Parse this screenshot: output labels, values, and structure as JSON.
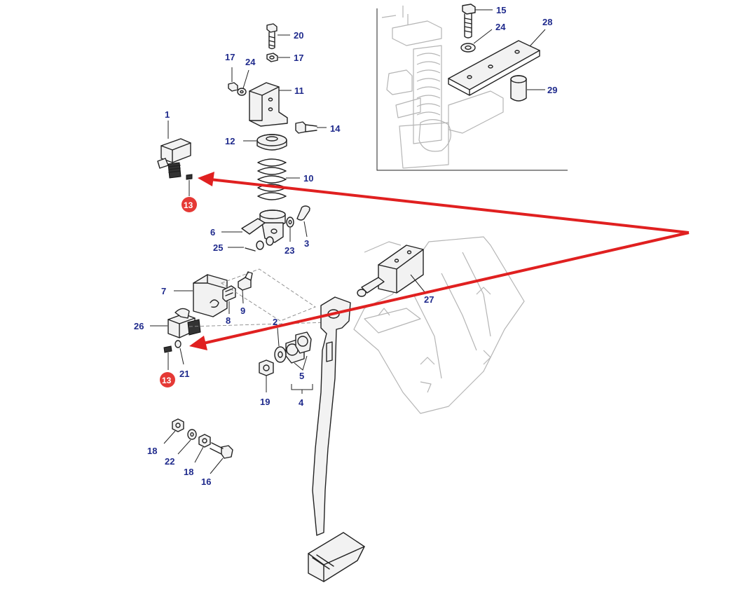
{
  "colors": {
    "callout_text": "#1f2a8c",
    "highlight_badge": "#e53935",
    "arrow": "#e02020",
    "line": "#222222",
    "ghost": "#b5b5b5"
  },
  "callouts": {
    "c1": "1",
    "c2": "2",
    "c3": "3",
    "c4": "4",
    "c5": "5",
    "c6": "6",
    "c7": "7",
    "c8": "8",
    "c9": "9",
    "c10": "10",
    "c11": "11",
    "c12": "12",
    "c14": "14",
    "c15": "15",
    "c16": "16",
    "c17a": "17",
    "c17b": "17",
    "c18a": "18",
    "c18b": "18",
    "c19": "19",
    "c20": "20",
    "c21": "21",
    "c22": "22",
    "c23": "23",
    "c24a": "24",
    "c24b": "24",
    "c25": "25",
    "c26": "26",
    "c27": "27",
    "c28": "28",
    "c29": "29"
  },
  "highlighted": {
    "h13a": "13",
    "h13b": "13"
  }
}
